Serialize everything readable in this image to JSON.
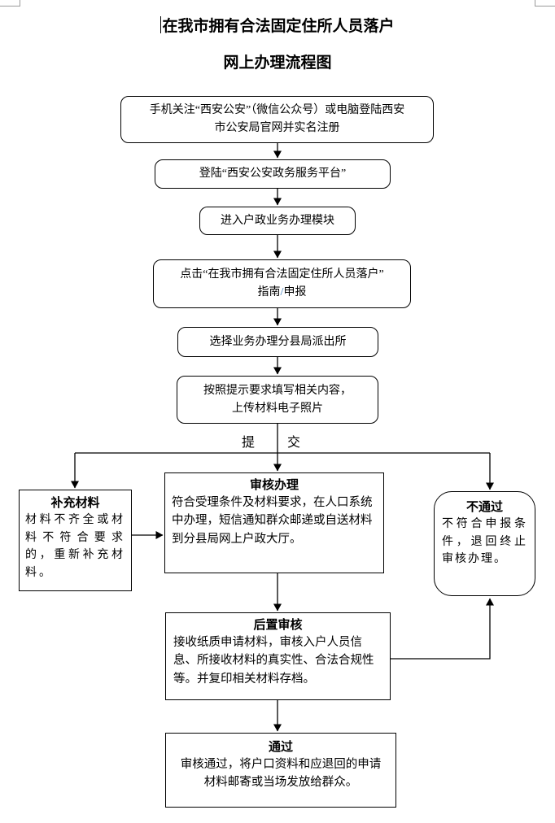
{
  "page": {
    "title_line1": "在我市拥有合法固定住所人员落户",
    "title_line2": "网上办理流程图"
  },
  "flow": {
    "step1": {
      "line1": "手机关注“西安公安”（微信公众号）或电脑登陆西安",
      "line2": "市公安局官网并实名注册"
    },
    "step2": {
      "label": "登陆“西安公安政务服务平台”"
    },
    "step3": {
      "label": "进入户政业务办理模块"
    },
    "step4": {
      "line1": "点击“在我市拥有合法固定住所人员落户”",
      "line2_before": "指南",
      "line2_slash": "/",
      "line2_after": "申报"
    },
    "step5": {
      "label": "选择业务办理分县局派出所"
    },
    "step6": {
      "line1": "按照提示要求填写相关内容，",
      "line2": "上传材料电子照片"
    },
    "submit": {
      "char1": "提",
      "char2": "交"
    },
    "supplement": {
      "title": "补充材料",
      "body": "材料不齐全或材料不符合要求的，重新补充材料。"
    },
    "review": {
      "title": "审核办理",
      "body": "符合受理条件及材料要求，在人口系统中办理，短信通知群众邮递或自送材料到分县局网上户政大厅。"
    },
    "reject": {
      "title": "不通过",
      "body": "不符合申报条件，退回终止审核办理。"
    },
    "post_review": {
      "title": "后置审核",
      "body": "接收纸质申请材料，审核入户人员信息、所接收材料的真实性、合法合规性等。并复印相关材料存档。"
    },
    "pass": {
      "title": "通过",
      "body": "审核通过，将户口资料和应退回的申请材料邮寄或当场发放给群众。"
    }
  },
  "colors": {
    "connector": "#000000",
    "hyperlink_slash": "#2e75b6",
    "corner_mark": "#9a9a9a"
  }
}
